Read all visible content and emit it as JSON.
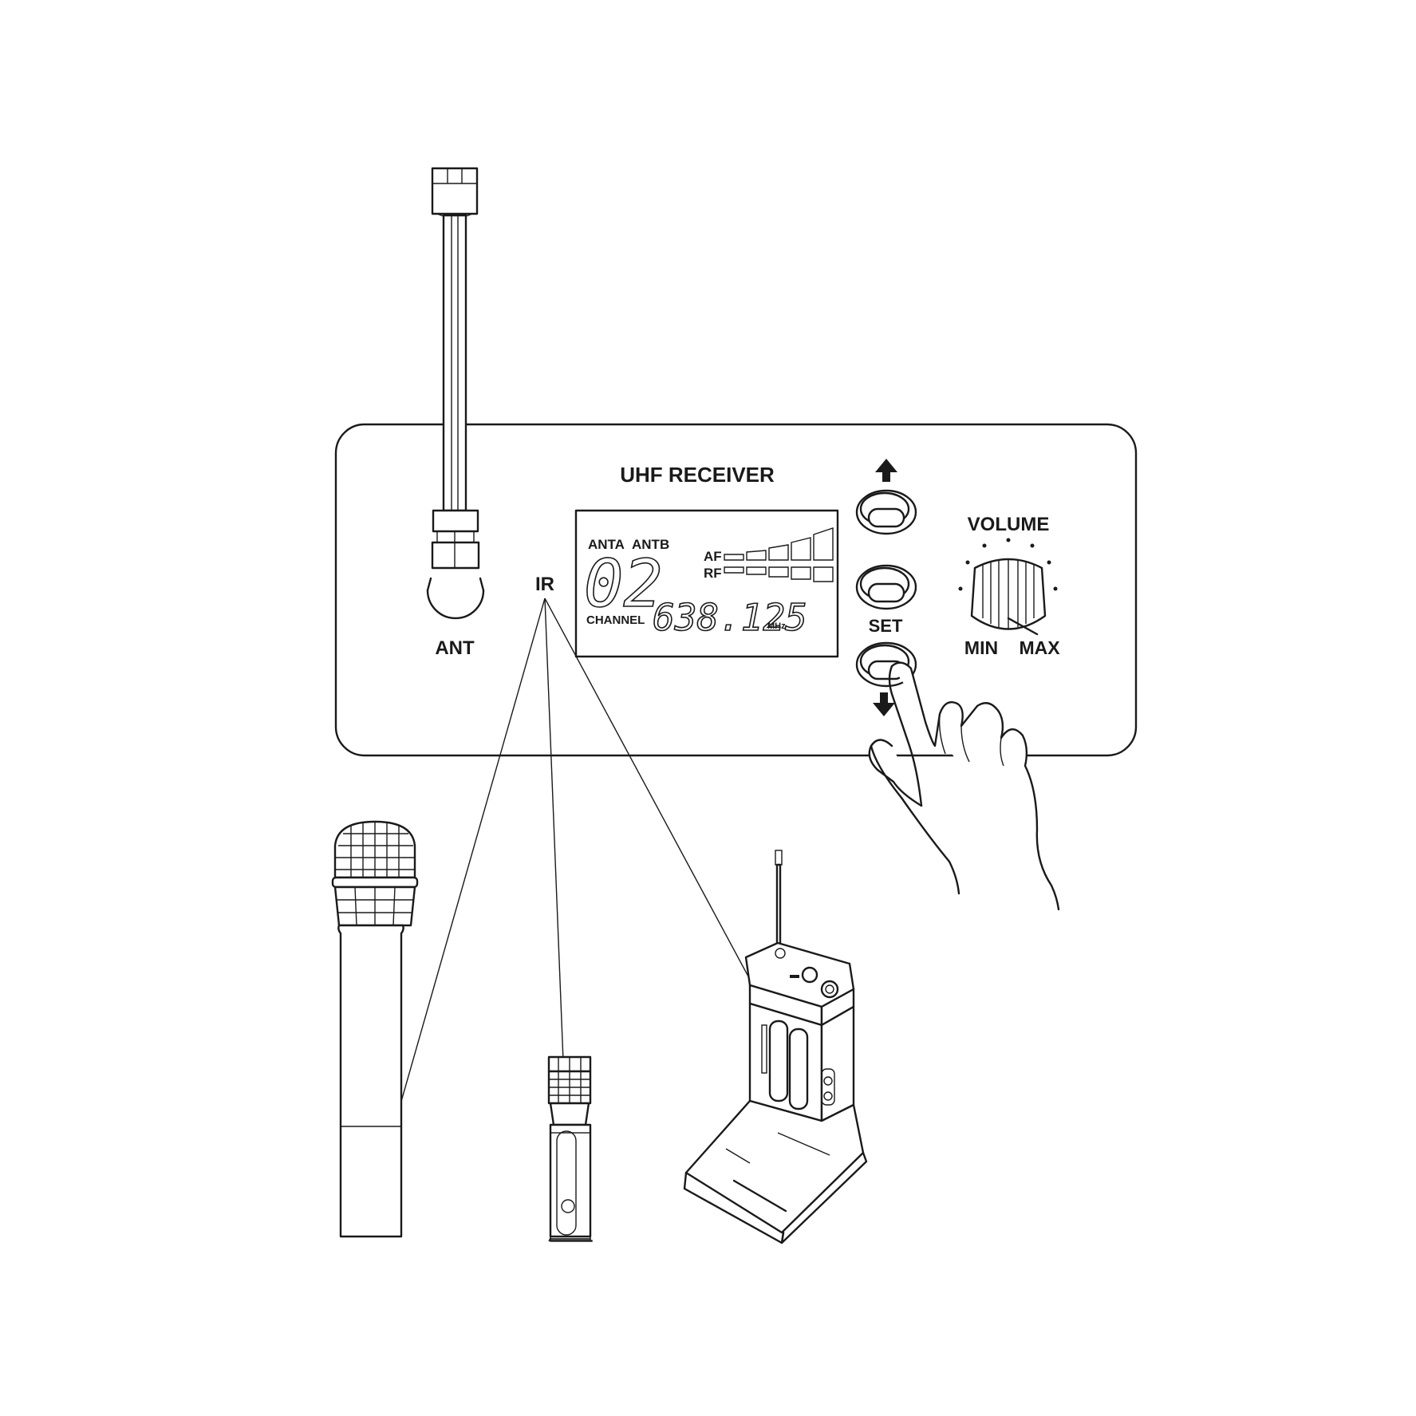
{
  "panel": {
    "title": "UHF RECEIVER",
    "antenna_label": "ANT",
    "ir_label": "IR",
    "set_label": "SET",
    "volume_label": "VOLUME",
    "min_label": "MIN",
    "max_label": "MAX"
  },
  "lcd": {
    "antenna_a": "ANTA",
    "antenna_b": "ANTB",
    "channel_number": "02",
    "channel_label": "CHANNEL",
    "frequency": "638.125",
    "frequency_unit": "MHz",
    "af_label": "AF",
    "rf_label": "RF"
  },
  "icons": {
    "up": "arrow-up-icon",
    "down": "arrow-down-icon",
    "hand": "pointing-hand-icon"
  },
  "colors": {
    "ink": "#1a1a1a",
    "paper": "#ffffff"
  }
}
